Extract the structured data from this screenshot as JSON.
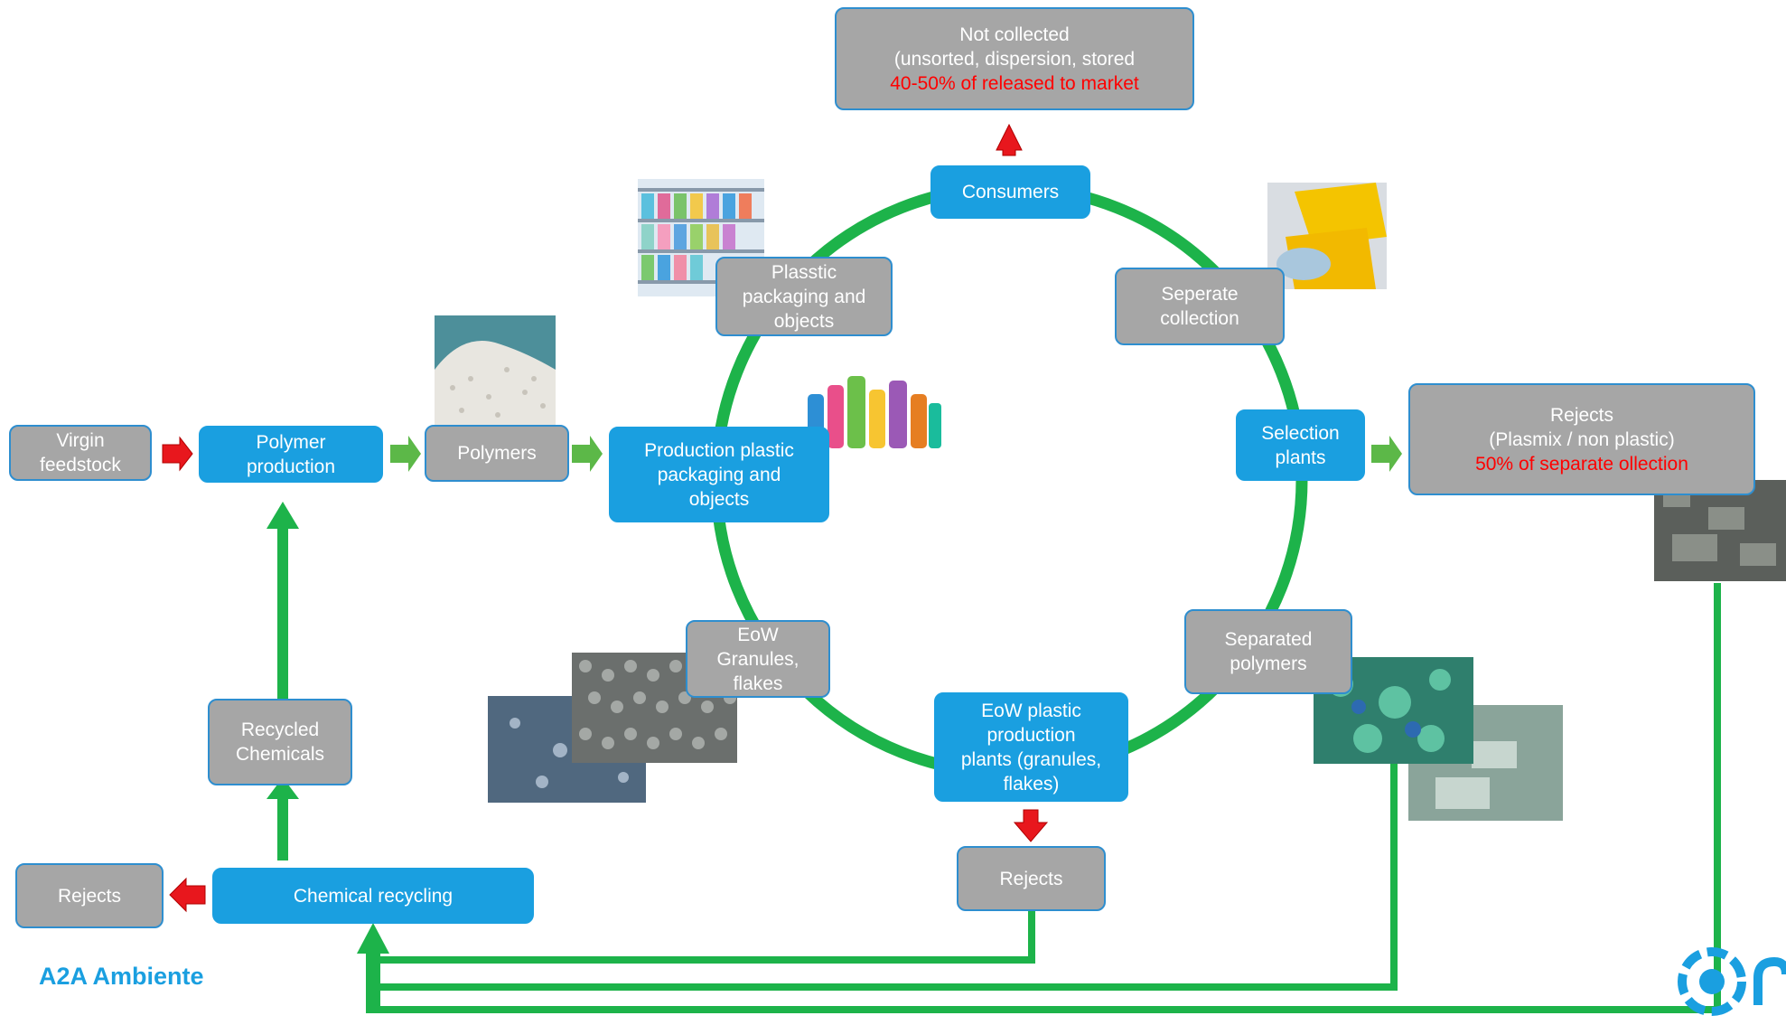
{
  "nodes": {
    "not_collected": {
      "line1": "Not collected",
      "line2": "(unsorted, dispersion, stored",
      "highlight": "40-50% of released to market"
    },
    "consumers": "Consumers",
    "separate_collection": {
      "line1": "Seperate",
      "line2": "collection"
    },
    "selection_plants": {
      "line1": "Selection",
      "line2": "plants"
    },
    "rejects_selection": {
      "line1": "Rejects",
      "line2": "(Plasmix / non plastic)",
      "highlight": "50% of separate ollection"
    },
    "separated_polymers": {
      "line1": "Separated",
      "line2": "polymers"
    },
    "eow_plants": {
      "line1": "EoW plastic",
      "line2": "production",
      "line3": "plants (granules,",
      "line4": "flakes)"
    },
    "rejects_eow": "Rejects",
    "eow_granules": {
      "line1": "EoW",
      "line2": "Granules,",
      "line3": "flakes"
    },
    "production_plastic": {
      "line1": "Production plastic",
      "line2": "packaging and",
      "line3": "objects"
    },
    "plastic_packaging": {
      "line1": "Plasstic",
      "line2": "packaging and",
      "line3": "objects"
    },
    "polymers": "Polymers",
    "polymer_production": {
      "line1": "Polymer",
      "line2": "production"
    },
    "virgin_feedstock": {
      "line1": "Virgin",
      "line2": "feedstock"
    },
    "recycled_chemicals": {
      "line1": "Recycled",
      "line2": "Chemicals"
    },
    "chemical_recycling": "Chemical recycling",
    "rejects_chemical": "Rejects"
  },
  "brand": "A2A Ambiente",
  "colors": {
    "cycle_green": "#1db34a",
    "arrow_red": "#e8171d",
    "arrow_green": "#5cb848",
    "blue_box": "#1a9fe0",
    "gray_box": "#a6a6a6"
  },
  "icons": [
    "recycling-logo-icon"
  ]
}
